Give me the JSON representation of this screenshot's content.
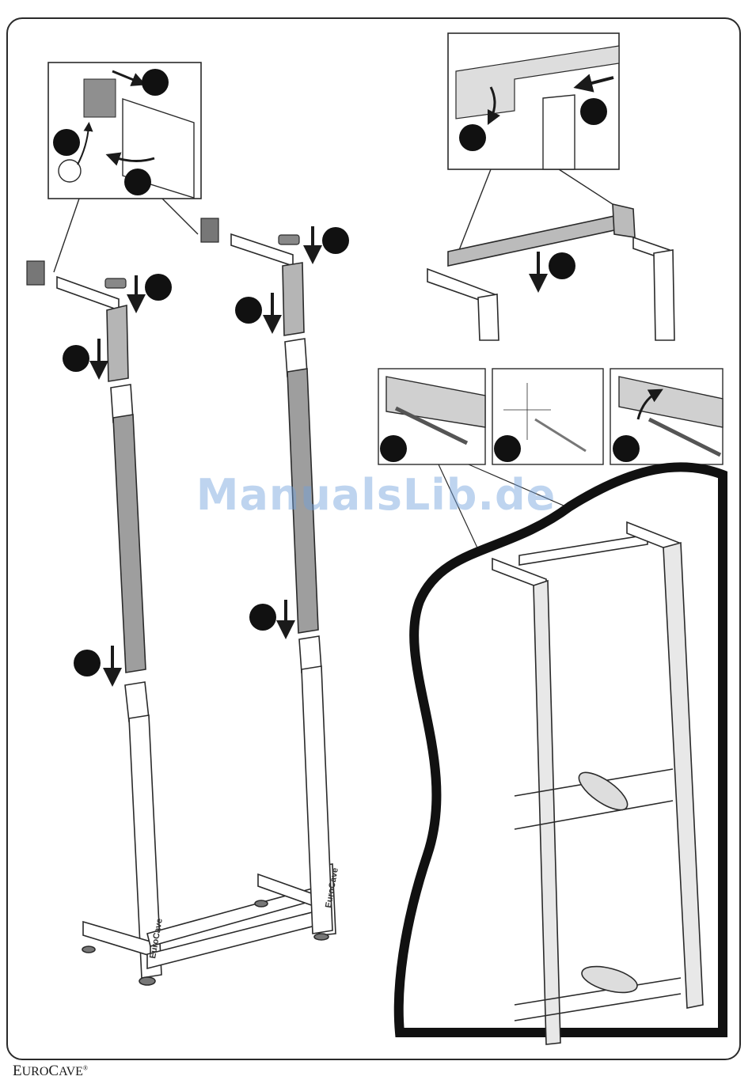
{
  "document": {
    "watermark": "ManualsLib.de",
    "brand": {
      "initial_e": "E",
      "uro": "URO",
      "initial_c": "C",
      "ave": "AVE",
      "mark": "®"
    },
    "stamp_text": "EuroCave"
  },
  "icons": {
    "step_marker": "filled-circle",
    "arrow": "arrow-down",
    "bottle": "wine-bottle"
  },
  "colors": {
    "outline": "#2a2a2a",
    "panel_grey": "#9a9a9a",
    "step_marker": "#111111",
    "watermark": "#6ea0dc"
  }
}
